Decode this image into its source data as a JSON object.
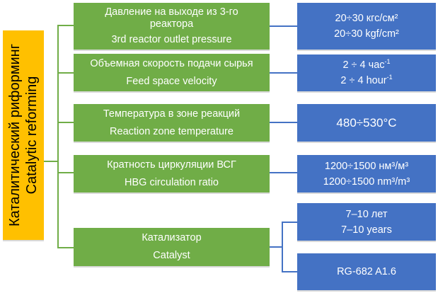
{
  "root": {
    "ru": "Каталитический риформинг",
    "en": "Catalytic reforming"
  },
  "parameters": [
    {
      "ru": "Давление на выходе из 3-го реактора",
      "en": "3rd reactor outlet  pressure",
      "values": [
        [
          "20÷30 кгс/см²"
        ],
        [
          "20÷30 kgf/cm²"
        ]
      ]
    },
    {
      "ru": "Объемная  скорость подачи сырья",
      "en": "Feed space velocity",
      "values": [
        [
          "2 ÷ 4 час",
          "-1"
        ],
        [
          "2 ÷ 4 hour",
          "-1"
        ]
      ]
    },
    {
      "ru": "Температура  в зоне реакций",
      "en": "Reaction  zone temperature",
      "values": [
        [
          "480÷530°C"
        ]
      ]
    },
    {
      "ru": "Кратность циркуляции ВСГ",
      "en": "HBG  circulation ratio",
      "values": [
        [
          "1200÷1500  нм³/м³"
        ],
        [
          "1200÷1500  nm³/m³"
        ]
      ]
    },
    {
      "ru": "Катализатор",
      "en": "Catalyst",
      "values_a": [
        "7–10 лет",
        "7–10 years"
      ],
      "values_b": "RG-682  A1.6"
    }
  ],
  "colors": {
    "green": "#70ad47",
    "blue": "#4472c4",
    "yellow": "#ffc000"
  }
}
